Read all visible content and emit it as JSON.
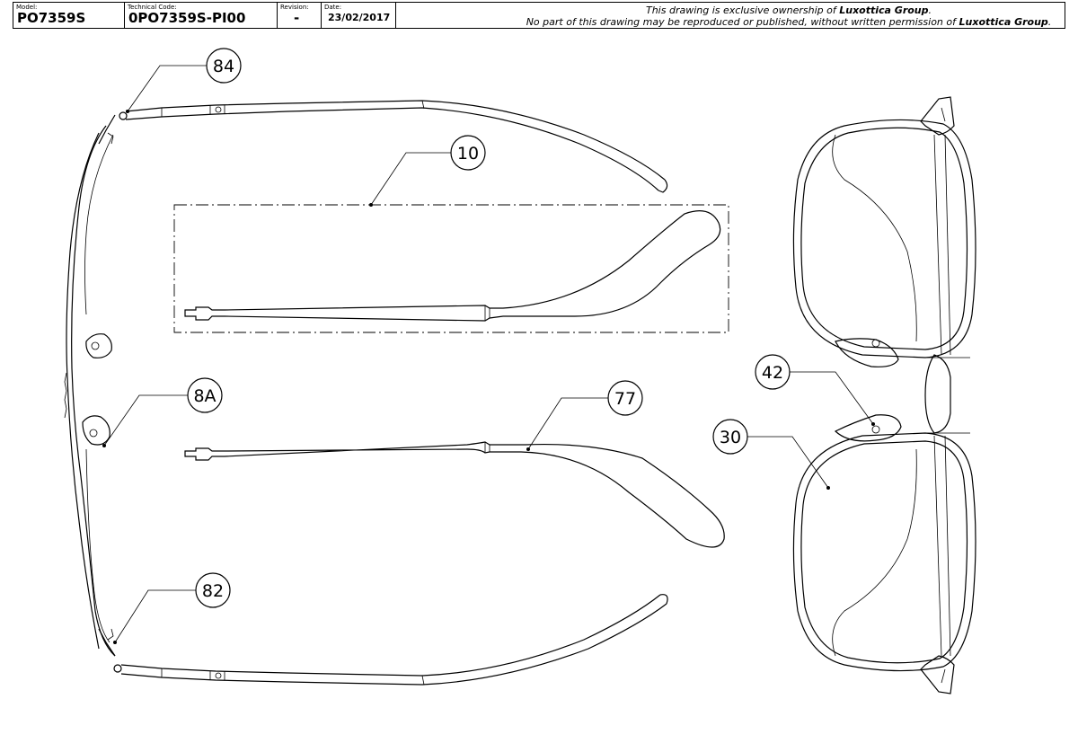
{
  "title_block": {
    "model_label": "Model:",
    "model_value": "PO7359S",
    "tech_label": "Technical Code:",
    "tech_value": "0PO7359S-PI00",
    "revision_label": "Revision:",
    "revision_value": "-",
    "date_label": "Date:",
    "date_value": "23/02/2017",
    "notice_line1_a": "This drawing is exclusive ownership of ",
    "notice_line1_b": "Luxottica Group",
    "notice_line1_c": ".",
    "notice_line2_a": "No part of this drawing may be reproduced or published, without written permission of ",
    "notice_line2_b": "Luxottica Group",
    "notice_line2_c": "."
  },
  "callouts": {
    "c84": "84",
    "c10": "10",
    "c8A": "8A",
    "c77": "77",
    "c82": "82",
    "c42": "42",
    "c30": "30"
  }
}
